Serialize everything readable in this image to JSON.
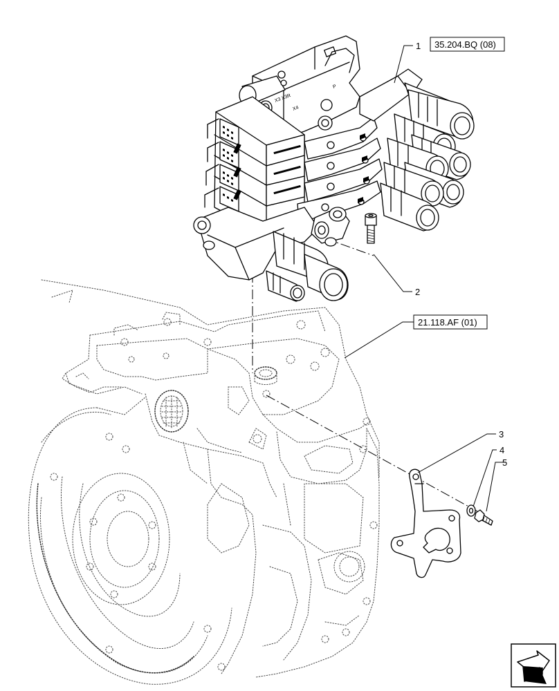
{
  "references": [
    {
      "id": "ref-1",
      "text": "35.204.BQ (08)"
    },
    {
      "id": "ref-2",
      "text": "21.118.AF (01)"
    }
  ],
  "callouts": [
    {
      "id": "callout-1",
      "text": "1"
    },
    {
      "id": "callout-2",
      "text": "2"
    },
    {
      "id": "callout-3",
      "text": "3"
    },
    {
      "id": "callout-4",
      "text": "4"
    },
    {
      "id": "callout-5",
      "text": "5"
    }
  ],
  "icons": {
    "nav": "next-page-arrow-icon"
  }
}
